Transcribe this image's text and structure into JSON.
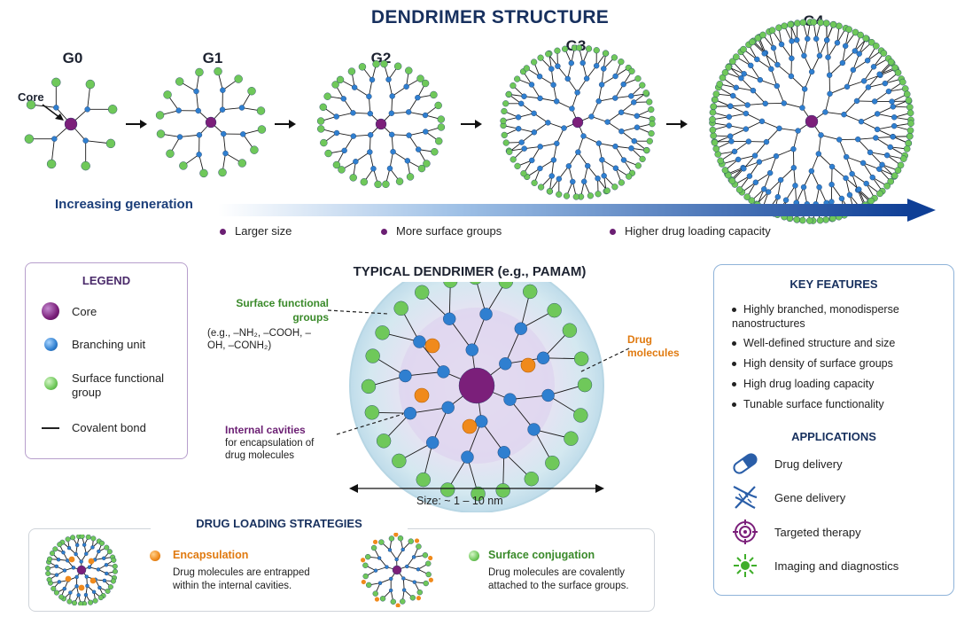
{
  "title": "DENDRIMER STRUCTURE",
  "generations": [
    {
      "label": "G0"
    },
    {
      "label": "G1"
    },
    {
      "label": "G2"
    },
    {
      "label": "G3"
    },
    {
      "label": "G4"
    }
  ],
  "core_label": "Core",
  "increasing_label": "Increasing generation",
  "bullets": [
    "Larger size",
    "More surface groups",
    "Higher drug loading capacity"
  ],
  "legend": {
    "title": "LEGEND",
    "items": [
      {
        "label": "Core",
        "color": "#7b1f7a"
      },
      {
        "label": "Branching unit",
        "color": "#2f7fd0"
      },
      {
        "label": "Surface functional group",
        "color": "#6fc85a"
      },
      {
        "label": "Covalent bond",
        "color": "#222222"
      }
    ]
  },
  "typical": {
    "title": "TYPICAL DENDRIMER (e.g., PAMAM)",
    "surface_heading": "Surface functional groups",
    "surface_examples": "(e.g., –NH₂, –COOH, –OH, –CONH₂)",
    "drug_label": "Drug molecules",
    "cavities_heading": "Internal cavities",
    "cavities_text": "for encapsulation of drug molecules",
    "size_label": "Size: ~ 1 – 10 nm"
  },
  "key_features": {
    "title": "KEY FEATURES",
    "items": [
      "Highly branched, monodisperse nanostructures",
      "Well-defined structure and size",
      "High density of surface groups",
      "High drug loading capacity",
      "Tunable surface functionality"
    ]
  },
  "applications": {
    "title": "APPLICATIONS",
    "items": [
      {
        "label": "Drug delivery",
        "icon": "capsule-icon"
      },
      {
        "label": "Gene delivery",
        "icon": "dna-icon"
      },
      {
        "label": "Targeted therapy",
        "icon": "target-icon"
      },
      {
        "label": "Imaging and diagnostics",
        "icon": "imaging-icon"
      }
    ]
  },
  "strategies": {
    "title": "DRUG LOADING STRATEGIES",
    "encapsulation": {
      "heading": "Encapsulation",
      "text": "Drug molecules are entrapped within the internal cavities."
    },
    "conjugation": {
      "heading": "Surface conjugation",
      "text": "Drug molecules are covalently attached to the surface groups."
    }
  },
  "colors": {
    "core": "#7b1f7a",
    "branch": "#2f7fd0",
    "surface": "#6fc85a",
    "drug": "#f08a1c",
    "title": "#17305e"
  }
}
